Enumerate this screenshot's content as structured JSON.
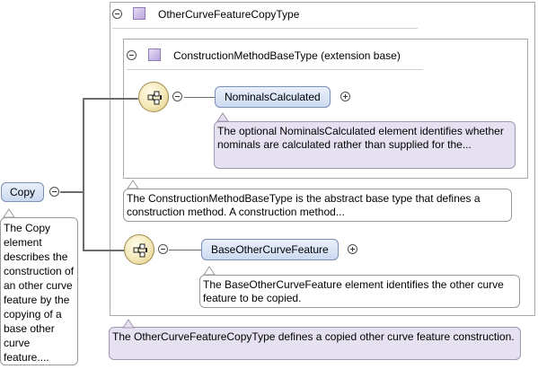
{
  "outer_type": {
    "name": "OtherCurveFeatureCopyType",
    "documentation": "The OtherCurveFeatureCopyType defines a copied other curve feature construction."
  },
  "base_type": {
    "name": "ConstructionMethodBaseType (extension base)",
    "documentation": "The ConstructionMethodBaseType is the abstract base type that defines a construction method. A construction method..."
  },
  "root_element": {
    "name": "Copy",
    "documentation": "The Copy element describes the construction of an other curve feature by the copying of a base other curve feature...."
  },
  "elements": [
    {
      "name": "NominalsCalculated",
      "documentation": "The optional NominalsCalculated element identifies whether nominals are calculated rather than supplied for the..."
    },
    {
      "name": "BaseOtherCurveFeature",
      "documentation": "The BaseOtherCurveFeature element identifies the other curve feature to be copied."
    }
  ],
  "icons": {
    "collapse": "minus-circle-icon",
    "expand": "plus-circle-icon",
    "complex_type": "complex-type-icon",
    "sequence": "sequence-icon"
  },
  "colors": {
    "element_fill": "#cbd9f0",
    "type_doc_fill": "#e6e1f0",
    "sequence_fill": "#f4e8b8"
  }
}
